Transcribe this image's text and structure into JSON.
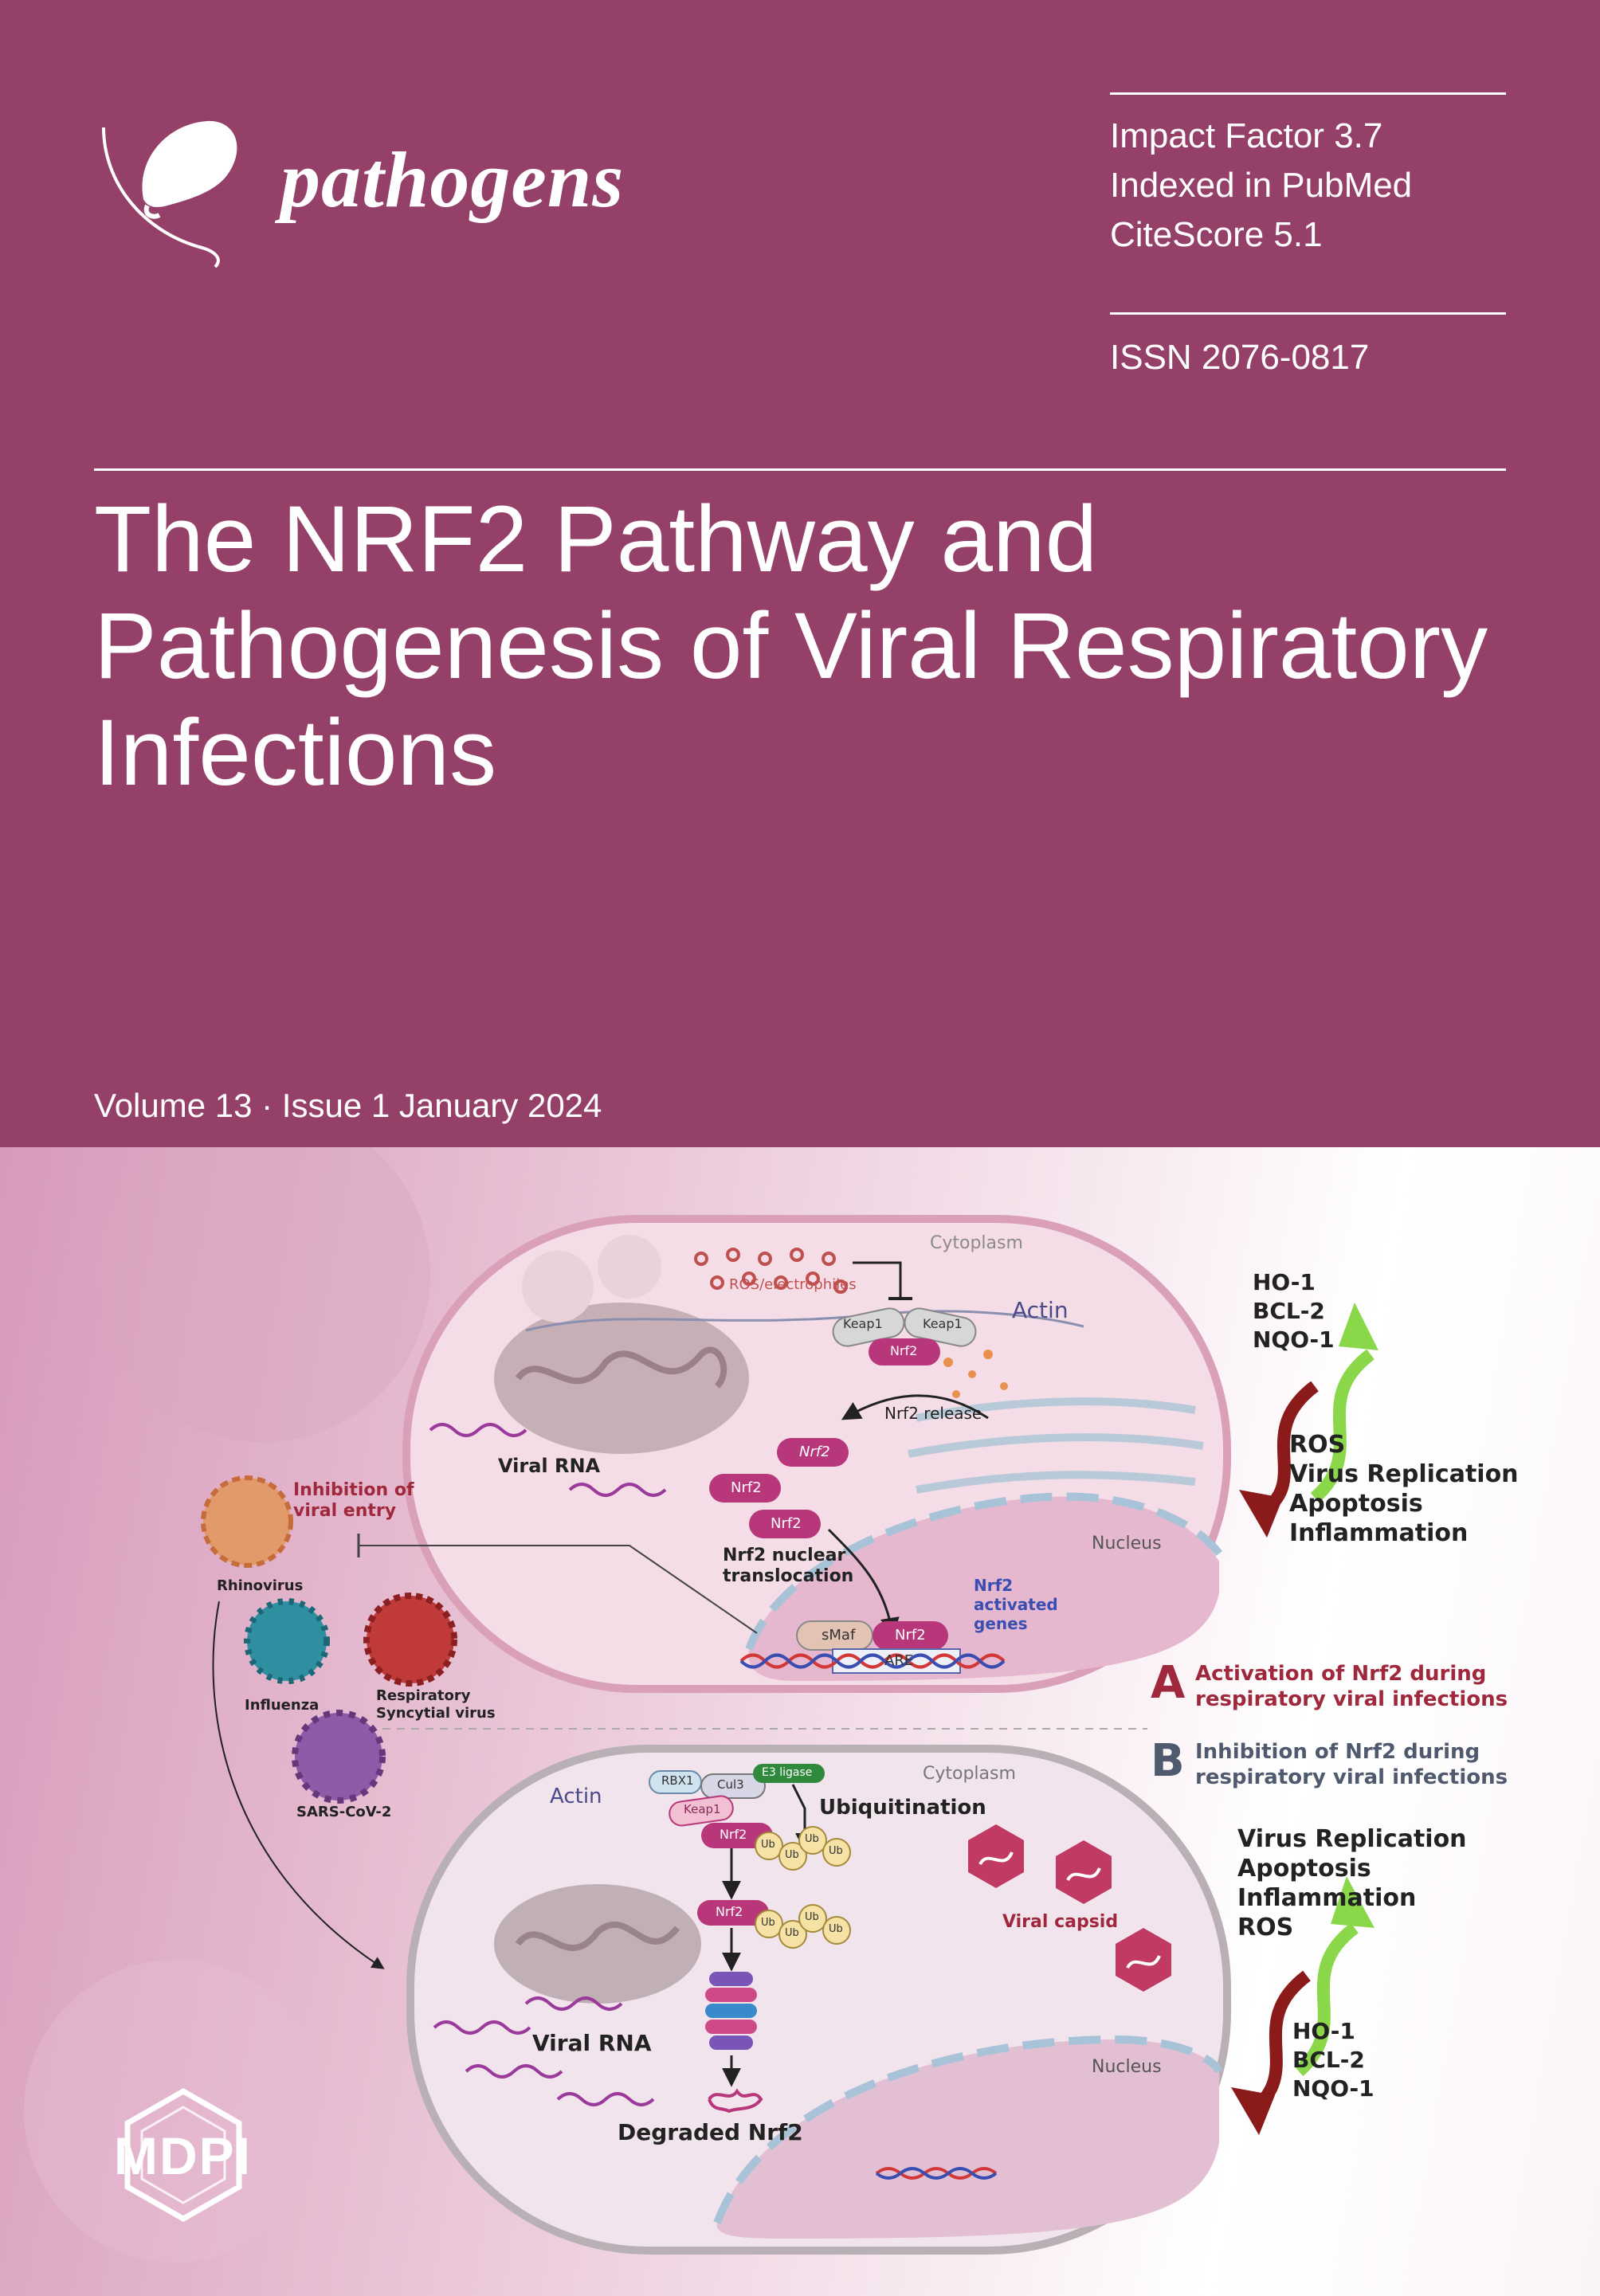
{
  "journal": {
    "name": "pathogens"
  },
  "metrics": [
    "Impact Factor 3.7",
    "Indexed in PubMed",
    "CiteScore 5.1"
  ],
  "issn": "ISSN 2076-0817",
  "article": {
    "title_lines": [
      "The NRF2 Pathway and",
      "Pathogenesis of Viral Respiratory",
      "Infections"
    ]
  },
  "issue": "Volume 13 · Issue 1 January 2024",
  "publisher": "MDPI",
  "colors": {
    "cover": "#954069",
    "diagram_red": "#8b1a1a",
    "nrf2": "#b8377a",
    "arrow_green": "#7ed957"
  },
  "diagram": {
    "panel_a": {
      "cytoplasm": "Cytoplasm",
      "ros": "ROS/electrophiles",
      "actin": "Actin",
      "keap1_a": "Keap1",
      "keap1_b": "Keap1",
      "nrf2_bound": "Nrf2",
      "nrf2_release": "Nrf2 release",
      "viral_rna": "Viral RNA",
      "nrf2_1": "Nrf2",
      "nrf2_2": "Nrf2",
      "nrf2_3": "Nrf2",
      "translocation_1": "Nrf2 nuclear",
      "translocation_2": "translocation",
      "nucleus": "Nucleus",
      "activated_1": "Nrf2",
      "activated_2": "activated",
      "activated_3": "genes",
      "smaf": "sMaf",
      "nrf2_dna": "Nrf2",
      "are": "ARE",
      "up_genes": [
        "HO-1",
        "BCL-2",
        "NQO-1"
      ],
      "down_effects": [
        "ROS",
        "Virus Replication",
        "Apoptosis",
        "Inflammation"
      ]
    },
    "viruses": {
      "inhibition_1": "Inhibition of",
      "inhibition_2": "viral entry",
      "rhinovirus": "Rhinovirus",
      "influenza": "Influenza",
      "rsv_1": "Respiratory",
      "rsv_2": "Syncytial virus",
      "sars": "SARS-CoV-2"
    },
    "legend": {
      "a_letter": "A",
      "a_line1": "Activation of Nrf2 during",
      "a_line2": "respiratory viral infections",
      "b_letter": "B",
      "b_line1": "Inhibition of Nrf2 during",
      "b_line2": "respiratory viral infections"
    },
    "panel_b": {
      "actin": "Actin",
      "rbx1": "RBX1",
      "cul3": "Cul3",
      "e3": "E3 ligase",
      "cytoplasm": "Cytoplasm",
      "keap1": "Keap1",
      "nrf2_1": "Nrf2",
      "ubiquitination": "Ubiquitination",
      "ub": "Ub",
      "nrf2_2": "Nrf2",
      "viral_capsid": "Viral capsid",
      "viral_rna": "Viral RNA",
      "degraded": "Degraded Nrf2",
      "nucleus": "Nucleus",
      "up_effects": [
        "Virus Replication",
        "Apoptosis",
        "Inflammation",
        "ROS"
      ],
      "down_genes": [
        "HO-1",
        "BCL-2",
        "NQO-1"
      ]
    }
  }
}
